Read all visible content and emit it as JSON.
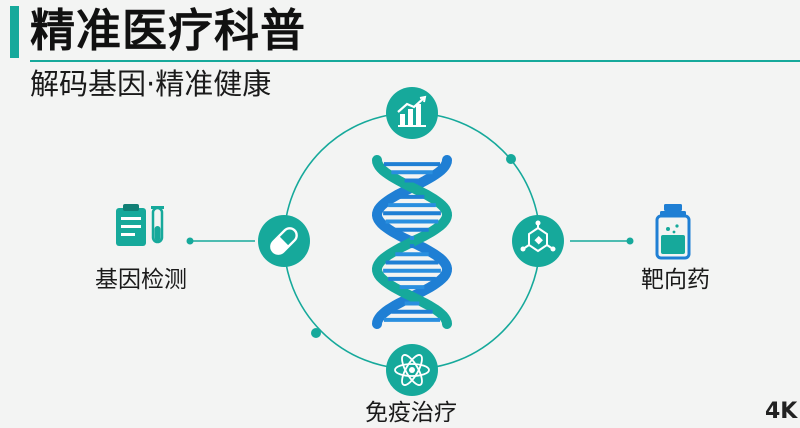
{
  "header": {
    "title": "精准医疗科普",
    "subtitle": "解码基因·精准健康"
  },
  "nodes": {
    "left": {
      "label": "基因检测",
      "icon": "clipboard-testtube-icon"
    },
    "right": {
      "label": "靶向药",
      "icon": "medicine-bottle-icon"
    },
    "bottom": {
      "label": "免疫治疗",
      "icon": "atom-icon"
    },
    "top": {
      "icon": "chart-growth-icon"
    },
    "circle_left": {
      "icon": "capsule-icon"
    },
    "circle_right": {
      "icon": "molecule-icon"
    },
    "center": {
      "icon": "dna-helix-icon"
    }
  },
  "corner_mark": "4K",
  "colors": {
    "accent": "#16a99b",
    "dna_blue": "#1f7fd4",
    "background": "#f3f4f3",
    "text": "#151515"
  }
}
